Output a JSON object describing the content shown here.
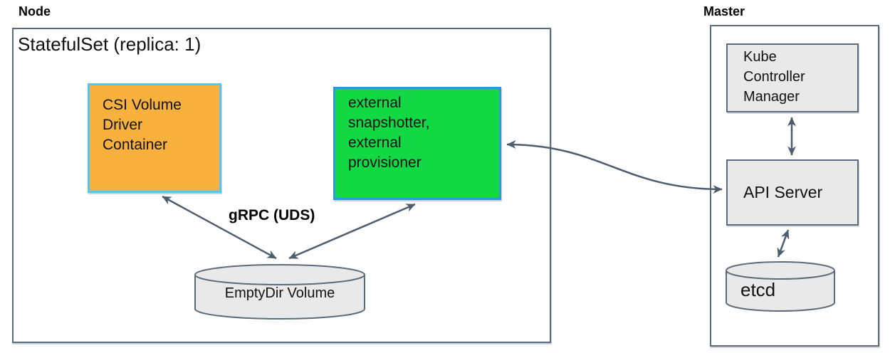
{
  "node": {
    "label": "Node",
    "statefulset_title": "StatefulSet (replica: 1)",
    "csi_driver_container": "CSI Volume\nDriver\nContainer",
    "sidecars": "external\nsnapshotter,\nexternal\nprovisioner",
    "grpc_label": "gRPC (UDS)",
    "emptydir_volume": "EmptyDir Volume"
  },
  "master": {
    "label": "Master",
    "kube_controller_manager": "Kube\nController\nManager",
    "api_server": "API Server",
    "etcd": "etcd"
  },
  "icons": {
    "emptydir_cylinder": "database-cylinder-icon",
    "etcd_cylinder": "database-cylinder-icon",
    "arrows": "double-headed-arrow"
  },
  "colors": {
    "csi_box_fill": "#F8B13D",
    "csi_box_border": "#56C6EF",
    "sidecar_box_fill": "#12D843",
    "sidecar_box_border": "#2A97E1",
    "gray_fill": "#E9E9E9",
    "outline": "#5B6B79",
    "arrow": "#4D5D6D",
    "text": "#1B1B1B"
  }
}
